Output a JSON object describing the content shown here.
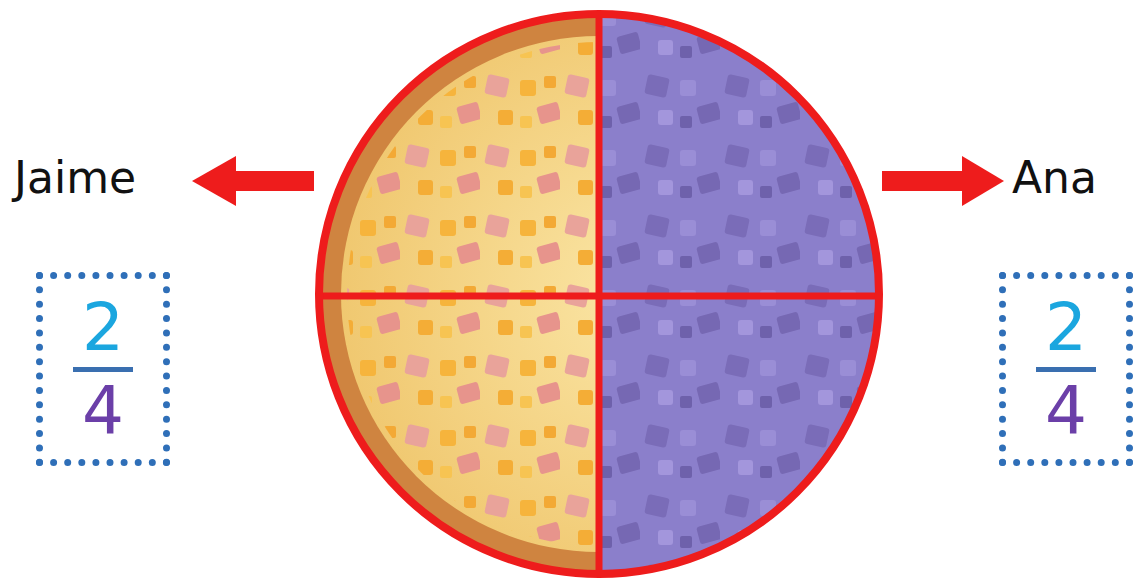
{
  "diagram": {
    "nodes": [
      {
        "text": [
          "2",
          "4"
        ]
      },
      {
        "text": [
          "2",
          "4"
        ]
      }
    ],
    "labels": [
      "Jaime",
      "Ana"
    ]
  }
}
